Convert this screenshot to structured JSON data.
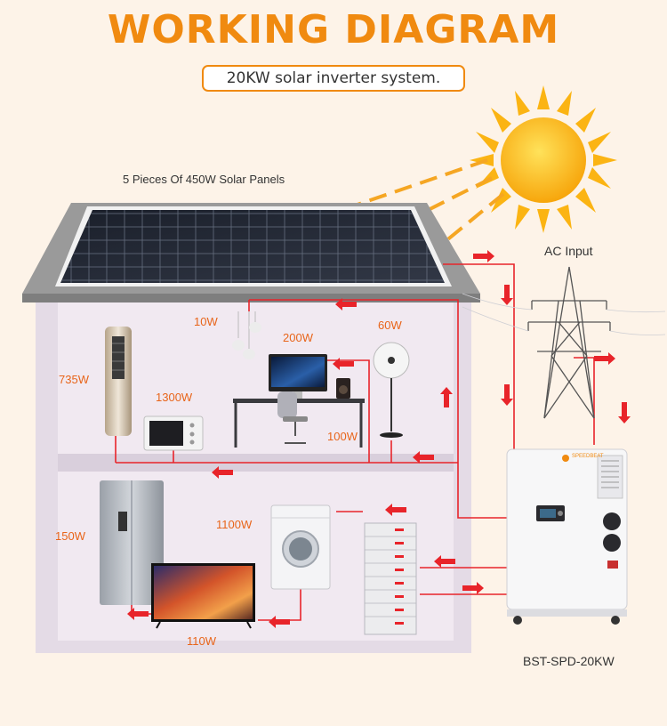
{
  "header": {
    "title": "WORKING DIAGRAM",
    "subtitle": "20KW solar inverter system."
  },
  "labels": {
    "solar_panels": "5 Pieces Of 450W Solar Panels",
    "ac_input": "AC Input",
    "inverter_model": "BST-SPD-20KW",
    "lamp": "10W",
    "computer": "200W",
    "fan": "60W",
    "air_conditioner": "735W",
    "microwave": "1300W",
    "speaker": "100W",
    "washing_machine": "1100W",
    "refrigerator": "150W",
    "tv": "110W",
    "brand": "SPEEDBEAT"
  },
  "colors": {
    "accent": "#f08a10",
    "wire": "#e8242a",
    "sun": "#fbb413",
    "house": "#e4dbe6",
    "roof": "#8e8e8e"
  }
}
